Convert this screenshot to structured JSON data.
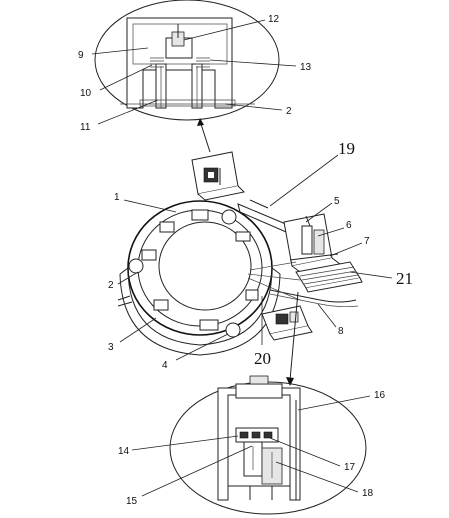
{
  "labels": {
    "l1": "1",
    "l2": "2",
    "l2b": "2",
    "l3": "3",
    "l4": "4",
    "l5": "5",
    "l6": "6",
    "l7": "7",
    "l8": "8",
    "l9": "9",
    "l10": "10",
    "l11": "11",
    "l12": "12",
    "l13": "13",
    "l14": "14",
    "l15": "15",
    "l16": "16",
    "l17": "17",
    "l18": "18",
    "l19": "19",
    "l20": "20",
    "l21": "21"
  }
}
